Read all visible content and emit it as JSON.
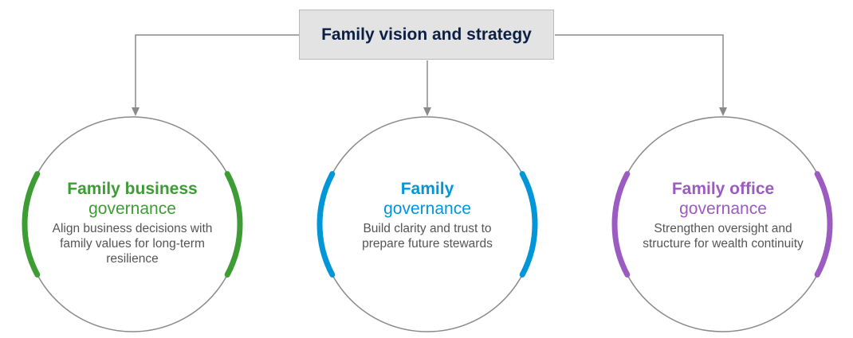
{
  "title": "Family vision and strategy",
  "nodes": [
    {
      "title": "Family business",
      "subtitle": "governance",
      "description": "Align business decisions with family values for long-term resilience",
      "color": "#3e9c35"
    },
    {
      "title": "Family",
      "subtitle": "governance",
      "description": "Build clarity and trust to prepare future stewards",
      "color": "#0096d8"
    },
    {
      "title": "Family office",
      "subtitle": "governance",
      "description": "Strengthen oversight and structure for wealth continuity",
      "color": "#9b5bc1"
    }
  ]
}
